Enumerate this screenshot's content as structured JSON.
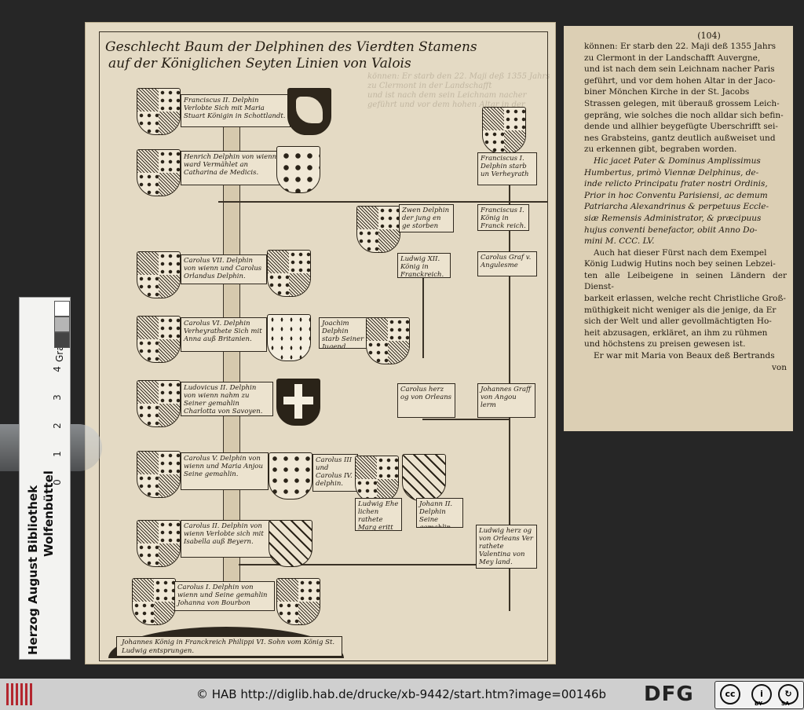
{
  "tree": {
    "title_line1": "Geschlecht Baum der Delphinen des Vierdten Stamens",
    "title_line2": "auf der Königlichen Seyten Linien von Valois",
    "ghost_text": [
      "können: Er starb den 22. Maji deß 1355 Jahrs",
      "zu Clermont in der Landschafft",
      "und ist nach dem sein Leichnam nacher",
      "geführt und vor dem hohen Altar in der"
    ],
    "entries": {
      "franciscus2": "Franciscus II. Delphin Verlobte Sich mit Maria Stuart Königin in Schottlandt.",
      "henrich": "Henrich Delphin von wienn ward Vermählet an Catharina de Medicis.",
      "franciscus1_left": "Franciscus I. Delphin starb un Verheyrath",
      "zwen": "Zwen Delphin der jung en ge storben",
      "franciscus1_right": "Franciscus I. König in Franck reich.",
      "carolus7": "Carolus VII. Delphin von wienn und Carolus Orlandus Delphin.",
      "ludwig12": "Ludwig XII. König in Franckreich.",
      "carolus_graf": "Carolus Graf v. Angulesme",
      "carolus6": "Carolus VI. Delphin Verheyrathete Sich mit Anna auß Britanien.",
      "joachim": "Joachim Delphin starb Seiner Jugend.",
      "ludovicus2": "Ludovicus II. Delphin von wienn nahm zu Seiner gemahlin Charlotta von Savoyen.",
      "carolus_herzog": "Carolus herz og von Orleans",
      "johannes_graf": "Johannes Graff von Angou lerm",
      "carolus5": "Carolus V. Delphin von wienn und Maria Anjou Seine gemahlin.",
      "carolus3": "Carolus III und Carolus IV. delphin.",
      "ludwig_ehe": "Ludwig Ehe lichen rathete Marg eritt auß Burgund.",
      "johann2": "Johann II. Delphin Seine gemahlin Jaqua auß Beyern",
      "ludwig_orleans": "Ludwig herz og von Orleans Ver rathete Valentina von Mey land.",
      "carolus2": "Carolus II. Delphin von wienn Verlobte sich mit Isabella auß Beyern.",
      "carolus1": "Carolus I. Delphin von wienn und Seine gemahlin Johanna von Bourbon"
    },
    "base": "Johannes König in Franckreich Philippi VI. Sohn vom König St. Ludwig entsprungen."
  },
  "page": {
    "number": "(104)",
    "lines": [
      "können: Er starb den 22. Maji deß 1355 Jahrs",
      "zu Clermont in der Landschafft Auvergne,",
      "und ist nach dem sein Leichnam nacher Paris",
      "geführt, und vor dem hohen Altar in der Jaco-",
      "biner Mönchen Kirche in der St. Jacobs",
      "Strassen gelegen, mit überauß grossem Leich-",
      "gepräng, wie solches die noch alldar sich befin-",
      "dende und allhier beygefügte Uberschrifft sei-",
      "nes Grabsteins, gantz deutlich außweiset und",
      "zu erkennen gibt, begraben worden."
    ],
    "latin": [
      "Hic jacet Pater & Dominus Amplissimus",
      "Humbertus, primò Viennæ Delphinus, de-",
      "inde relicto Principatu frater nostri Ordinis,",
      "Prior in hoc Conventu Parisiensi, ac demum",
      "Patriarcha Alexandrinus & perpetuus Eccle-",
      "siæ Remensis Administrator, & præcipuus",
      "hujus conventi benefactor, obiit Anno Do-",
      "mini M. CCC. LV."
    ],
    "lines2": [
      "Auch hat dieser Fürst nach dem Exempel",
      "König Ludwig Hutins noch bey seinen Lebzei-",
      "ten alle Leibeigene in seinen Ländern der Dienst-",
      "barkeit erlassen, welche recht Christliche Groß-",
      "müthigkeit nicht weniger als die jenige, da Er",
      "sich der Welt und aller gevollmächtigten Ho-",
      "heit abzusagen, erkläret, an ihm zu rühmen",
      "und höchstens zu preisen gewesen ist.",
      "Er war mit Maria von Beaux deß Bertrands",
      "von"
    ]
  },
  "scale": {
    "library": "Herzog August Bibliothek",
    "city": "Wolfenbüttel",
    "gray_label": "Gray Scale",
    "numbers": [
      "0",
      "1",
      "2",
      "3",
      "4"
    ]
  },
  "footer": {
    "text": "© HAB http://diglib.hab.de/drucke/xb-9442/start.htm?image=00146b",
    "dfg": "DFG",
    "cc_by": "BY",
    "cc_sa": "SA"
  }
}
